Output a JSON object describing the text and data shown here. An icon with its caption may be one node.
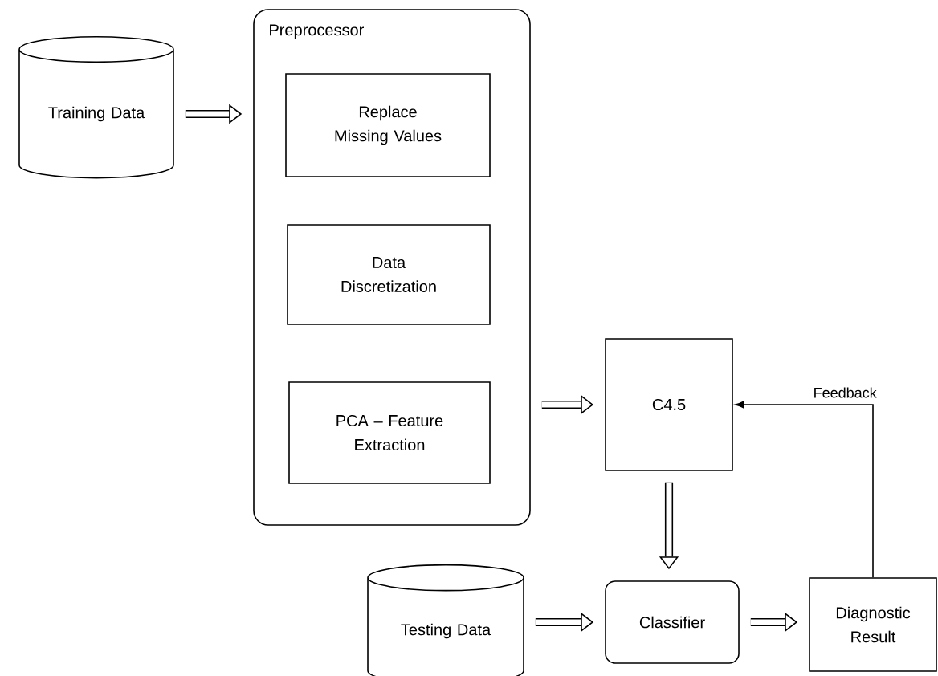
{
  "diagram": {
    "nodes": [
      {
        "text": [
          "Training Data"
        ]
      },
      {
        "text": [
          "Preprocessor"
        ]
      },
      {
        "text": [
          "Replace Missing Values"
        ],
        "in": 1
      },
      {
        "text": [
          "Data Discretization"
        ],
        "in": 1
      },
      {
        "text": [
          "PCA – Feature Extraction"
        ],
        "in": 1
      },
      {
        "text": [
          "C4.5"
        ]
      },
      {
        "text": [
          "Testing Data"
        ]
      },
      {
        "text": [
          "Classifier"
        ]
      },
      {
        "text": [
          "Diagnostic Result"
        ]
      }
    ],
    "edges": [
      {
        "from": 0,
        "to": 1,
        "arrow": "to"
      },
      {
        "from": 1,
        "to": 5,
        "arrow": "to"
      },
      {
        "from": 5,
        "to": 7,
        "arrow": "to"
      },
      {
        "from": 6,
        "to": 7,
        "arrow": "to"
      },
      {
        "from": 7,
        "to": 8,
        "arrow": "to"
      },
      {
        "from": 8,
        "to": 5,
        "arrow": "to",
        "label": "Feedback"
      }
    ]
  }
}
